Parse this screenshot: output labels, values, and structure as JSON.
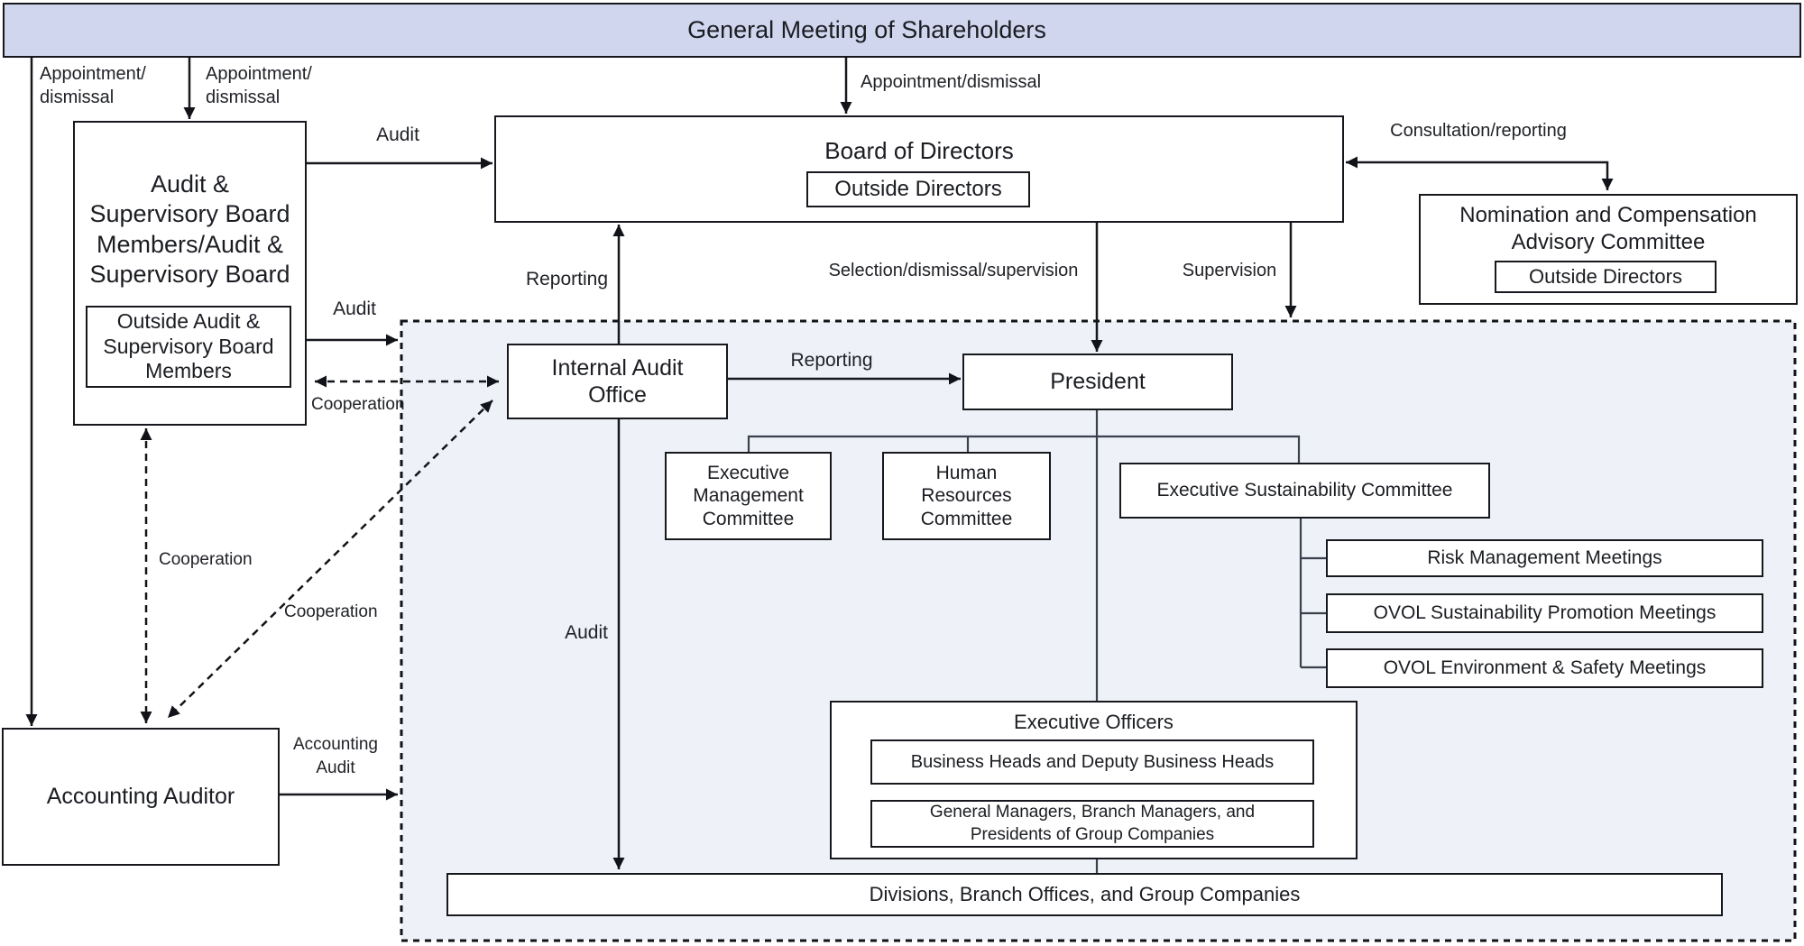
{
  "colors": {
    "banner_bg": "#cfd6ee",
    "region_bg": "#eef1f7",
    "line": "#16181d",
    "tree_line": "#3a414d",
    "box_bg": "#ffffff"
  },
  "banner": {
    "title": "General Meeting of Shareholders"
  },
  "nodes": {
    "audit_supervisory_board": {
      "title": "Audit &\nSupervisory Board\nMembers/Audit &\nSupervisory Board",
      "inner": "Outside Audit &\nSupervisory Board\nMembers"
    },
    "board_of_directors": {
      "title": "Board of Directors",
      "inner": "Outside Directors"
    },
    "nomination_committee": {
      "title": "Nomination and Compensation\nAdvisory Committee",
      "inner": "Outside Directors"
    },
    "internal_audit_office": {
      "title": "Internal Audit\nOffice"
    },
    "president": {
      "title": "President"
    },
    "executive_management_committee": {
      "title": "Executive\nManagement\nCommittee"
    },
    "human_resources_committee": {
      "title": "Human\nResources\nCommittee"
    },
    "executive_sustainability_committee": {
      "title": "Executive Sustainability Committee"
    },
    "risk_management_meetings": {
      "title": "Risk Management Meetings"
    },
    "ovol_sustainability_promotion_meetings": {
      "title": "OVOL Sustainability Promotion Meetings"
    },
    "ovol_environment_safety_meetings": {
      "title": "OVOL Environment & Safety Meetings"
    },
    "executive_officers": {
      "title": "Executive Officers",
      "inner1": "Business Heads and Deputy Business Heads",
      "inner2": "General Managers, Branch Managers, and\nPresidents of Group Companies"
    },
    "divisions": {
      "title": "Divisions, Branch Offices, and Group Companies"
    },
    "accounting_auditor": {
      "title": "Accounting Auditor"
    }
  },
  "labels": {
    "appointment_dismissal_far_left": "Appointment/\ndismissal",
    "appointment_dismissal_left": "Appointment/\ndismissal",
    "appointment_dismissal_center": "Appointment/dismissal",
    "audit_to_board": "Audit",
    "consultation_reporting": "Consultation/reporting",
    "reporting_up": "Reporting",
    "selection_dismissal_supervision": "Selection/dismissal/supervision",
    "supervision": "Supervision",
    "audit_to_region": "Audit",
    "cooperation_horizontal": "Cooperation",
    "cooperation_vertical": "Cooperation",
    "cooperation_diagonal": "Cooperation",
    "reporting_to_president": "Reporting",
    "audit_down": "Audit",
    "accounting_audit": "Accounting\nAudit"
  }
}
